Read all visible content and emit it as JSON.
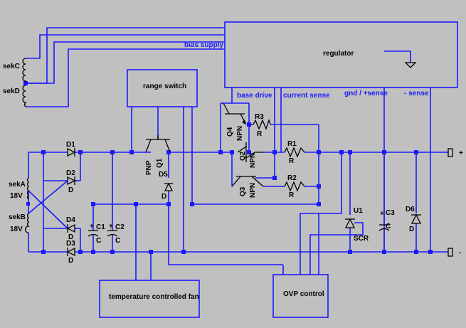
{
  "blocks": {
    "regulator": "regulator",
    "range_switch": "range switch",
    "fan": "temperature controlled fan",
    "ovp": "OVP control"
  },
  "signals": {
    "bias_supply": "bias supply",
    "base_drive": "base drive",
    "current_sense": "current sense",
    "gnd_sense": "gnd / +sense",
    "minus_sense": "- sense"
  },
  "windings": {
    "sekC": "sekC",
    "sekD": "sekD",
    "sekA": "sekA",
    "sekA_v": "18V",
    "sekB": "sekB",
    "sekB_v": "18V"
  },
  "components": {
    "D1": "D1",
    "D2": "D2",
    "D2_v": "D",
    "D4": "D4",
    "D4_v": "D",
    "D3": "D3",
    "D3_v": "D",
    "C1": "C1",
    "C1_v": "C",
    "C2": "C2",
    "C2_v": "C",
    "Q1": "Q1",
    "Q1_t": "PNP",
    "D5": "D5",
    "D5_v": "D",
    "Q4": "Q4",
    "Q4_t": "NPN",
    "Q2": "Q2",
    "Q2_t": "NPN",
    "Q3": "Q3",
    "Q3_t": "NPN",
    "R3": "R3",
    "R3_v": "R",
    "R1": "R1",
    "R1_v": "R",
    "R2": "R2",
    "R2_v": "R",
    "U1": "U1",
    "U1_v": "SCR",
    "C3": "C3",
    "C3_v": "C",
    "D6": "D6",
    "D6_v": "D"
  },
  "terminals": {
    "plus": "+",
    "minus": "-"
  }
}
